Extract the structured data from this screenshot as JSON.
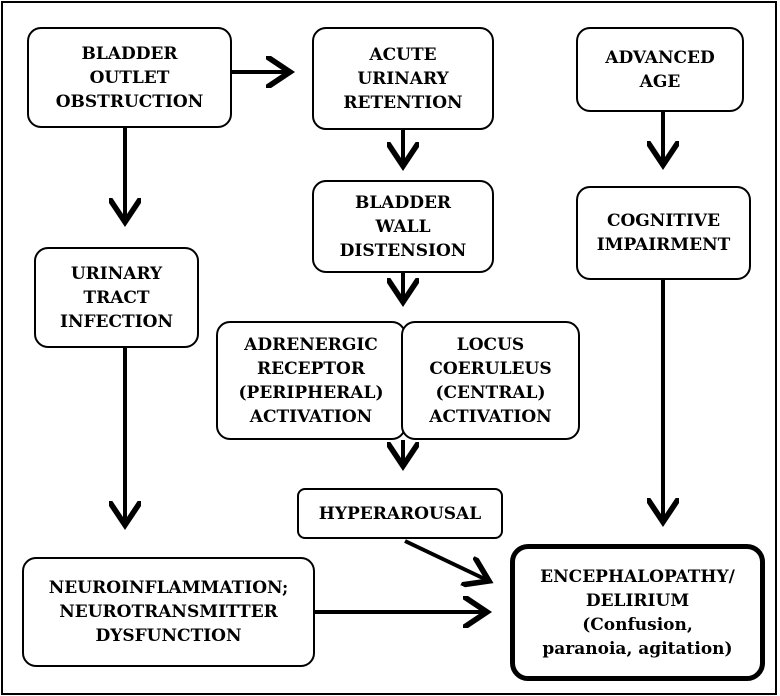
{
  "nodes": {
    "bladder_outlet": [
      "BLADDER",
      "OUTLET",
      "OBSTRUCTION"
    ],
    "acute_retention": [
      "ACUTE",
      "URINARY",
      "RETENTION"
    ],
    "advanced_age": [
      "ADVANCED",
      "AGE"
    ],
    "bladder_wall": [
      "BLADDER",
      "WALL",
      "DISTENSION"
    ],
    "cognitive": [
      "COGNITIVE",
      "IMPAIRMENT"
    ],
    "uti": [
      "URINARY",
      "TRACT",
      "INFECTION"
    ],
    "adrenergic": [
      "ADRENERGIC",
      "RECEPTOR",
      "(PERIPHERAL)",
      "ACTIVATION"
    ],
    "locus": [
      "LOCUS",
      "COERULEUS",
      "(CENTRAL)",
      "ACTIVATION"
    ],
    "hyperarousal": [
      "HYPERAROUSAL"
    ],
    "neuroinflammation": [
      "NEUROINFLAMMATION;",
      "NEUROTRANSMITTER",
      "DYSFUNCTION"
    ],
    "encephalopathy": [
      "ENCEPHALOPATHY/",
      "DELIRIUM",
      "(Confusion,",
      "paranoia, agitation)"
    ]
  },
  "colors": {
    "line": "#000000",
    "background": "#ffffff"
  }
}
